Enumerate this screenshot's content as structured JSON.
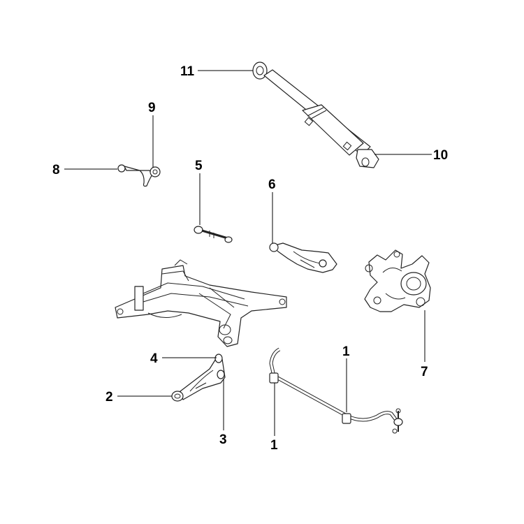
{
  "diagram": {
    "callouts": {
      "c1a": "1",
      "c1b": "1",
      "c2": "2",
      "c3": "3",
      "c4": "4",
      "c5": "5",
      "c6": "6",
      "c7": "7",
      "c8": "8",
      "c9": "9",
      "c10": "10",
      "c11": "11"
    },
    "parts": [
      "stabilizer-bar",
      "lower-control-arm",
      "control-arm-bushing",
      "control-arm-ball-joint",
      "adjustable-link-arm",
      "upper-control-arm",
      "steering-knuckle",
      "toe-link",
      "toe-link-bushing",
      "shock-absorber",
      "shock-upper-bushing",
      "subframe"
    ]
  }
}
